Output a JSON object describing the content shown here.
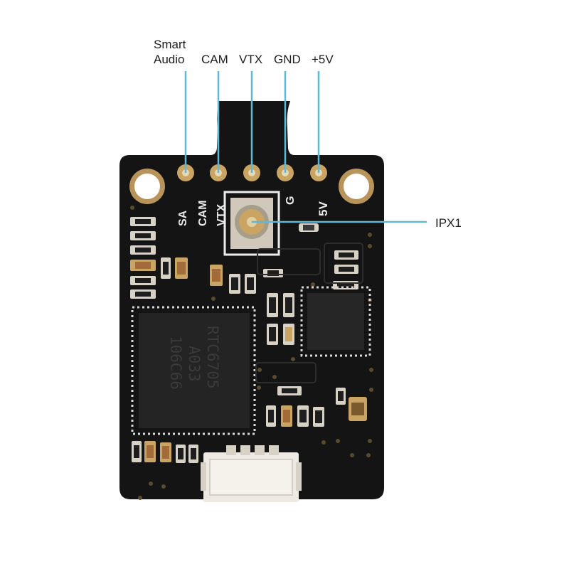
{
  "callouts": {
    "smart_audio": {
      "line1": "Smart",
      "line2": "Audio"
    },
    "cam": "CAM",
    "vtx": "VTX",
    "gnd": "GND",
    "plus5v": "+5V",
    "ipx1": "IPX1"
  },
  "silkscreen": {
    "sa": "SA",
    "cam": "CAM",
    "vtx": "VTX",
    "g": "G",
    "fivev": "5V"
  },
  "chip": {
    "line1": "RTC6705",
    "line2": "A033",
    "line3": "106C66"
  },
  "colors": {
    "leader_line": "#5fb8d6",
    "pcb": "#141414",
    "pad_gold": "#c9a463",
    "connector": "#eeeae3"
  }
}
